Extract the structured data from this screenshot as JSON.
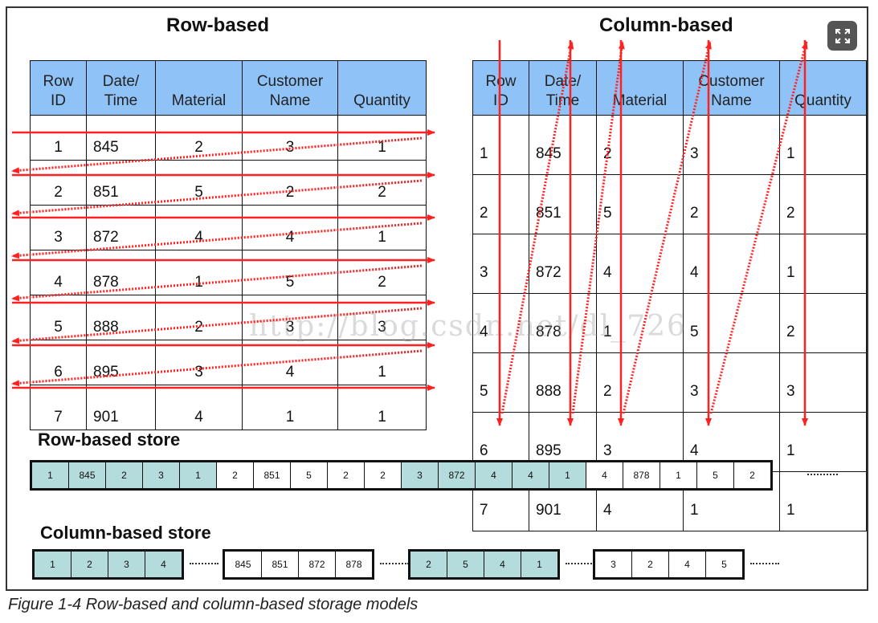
{
  "titles": {
    "row_based": "Row-based",
    "column_based": "Column-based"
  },
  "table": {
    "headers": [
      "Row\nID",
      "Date/\nTime",
      "Material",
      "Customer\nName",
      "Quantity"
    ],
    "rows": [
      [
        "1",
        "845",
        "2",
        "3",
        "1"
      ],
      [
        "2",
        "851",
        "5",
        "2",
        "2"
      ],
      [
        "3",
        "872",
        "4",
        "4",
        "1"
      ],
      [
        "4",
        "878",
        "1",
        "5",
        "2"
      ],
      [
        "5",
        "888",
        "2",
        "3",
        "3"
      ],
      [
        "6",
        "895",
        "3",
        "4",
        "1"
      ],
      [
        "7",
        "901",
        "4",
        "1",
        "1"
      ]
    ]
  },
  "row_store": {
    "label": "Row-based store",
    "cells": [
      "1",
      "845",
      "2",
      "3",
      "1",
      "2",
      "851",
      "5",
      "2",
      "2",
      "3",
      "872",
      "4",
      "4",
      "1",
      "4",
      "878",
      "1",
      "5",
      "2"
    ]
  },
  "column_store": {
    "label": "Column-based store",
    "groups": [
      [
        "1",
        "2",
        "3",
        "4"
      ],
      [
        "845",
        "851",
        "872",
        "878"
      ],
      [
        "2",
        "5",
        "4",
        "1"
      ],
      [
        "3",
        "2",
        "4",
        "5"
      ]
    ]
  },
  "watermark": "http://blog.csdn.net/dl_726",
  "caption": "Figure 1-4   Row-based and column-based storage models",
  "colors": {
    "header": "#8fc3f7",
    "teal": "#b5dcdc",
    "arrow": "#ff2020"
  }
}
